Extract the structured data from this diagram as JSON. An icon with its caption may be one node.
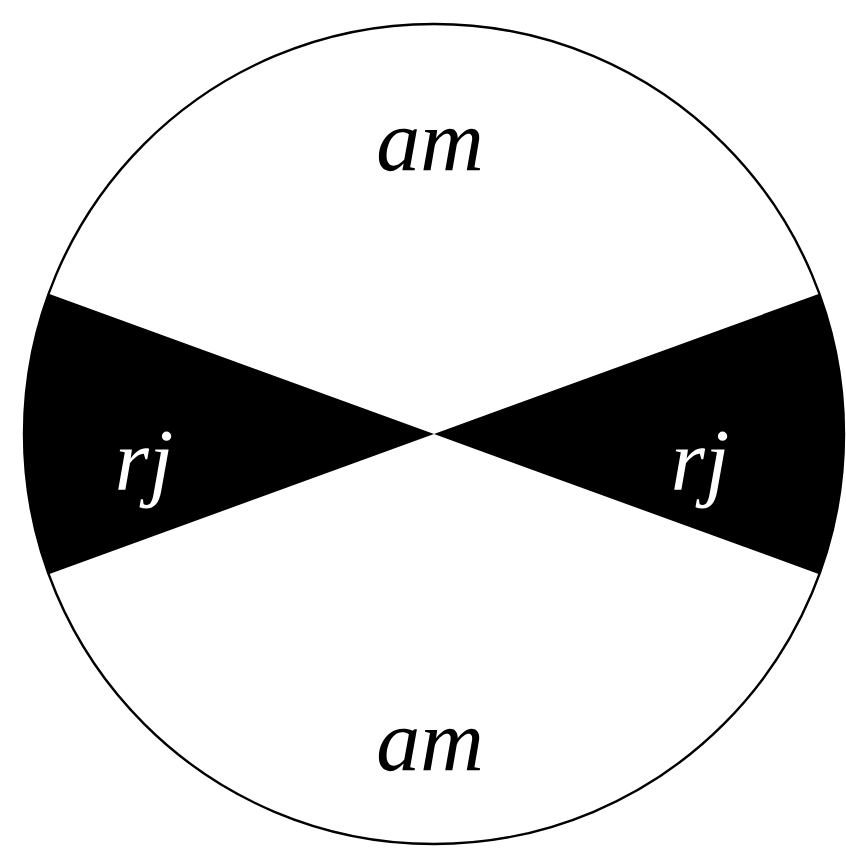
{
  "diagram": {
    "nodes": [
      {
        "text": [
          "am"
        ]
      },
      {
        "text": [
          "rj"
        ]
      },
      {
        "text": [
          "rj"
        ]
      },
      {
        "text": [
          "am"
        ]
      }
    ]
  }
}
